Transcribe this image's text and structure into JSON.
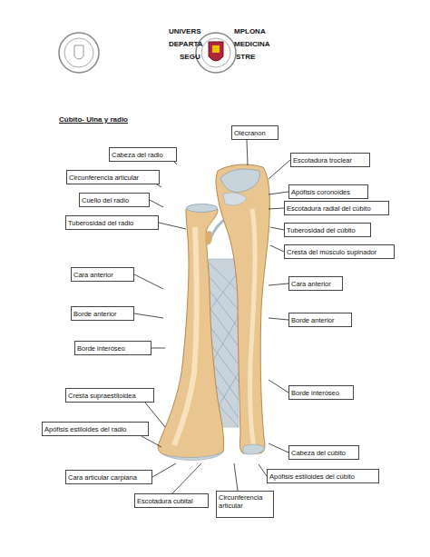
{
  "diagram": {
    "title": "Cúbito- Ulna y radio",
    "nodes": [
      {
        "text": [
          "Cabeza del radio"
        ]
      },
      {
        "text": [
          "Circunferencia articular"
        ]
      },
      {
        "text": [
          "Cuello del radio"
        ]
      },
      {
        "text": [
          "Tuberosidad del radio"
        ]
      },
      {
        "text": [
          "Cara anterior"
        ]
      },
      {
        "text": [
          "Borde anterior"
        ]
      },
      {
        "text": [
          "Borde interóseo"
        ]
      },
      {
        "text": [
          "Cresta supraestiloidea"
        ]
      },
      {
        "text": [
          "Apófisis estiloides del radio"
        ]
      },
      {
        "text": [
          "Cara articular carpiana"
        ]
      },
      {
        "text": [
          "Escotadura cubital"
        ]
      },
      {
        "text": [
          "Circunferencia articular"
        ]
      },
      {
        "text": [
          "Olécranon"
        ]
      },
      {
        "text": [
          "Escotadura troclear"
        ]
      },
      {
        "text": [
          "Apófisis coronoides"
        ]
      },
      {
        "text": [
          "Escotadura radial del cúbito"
        ]
      },
      {
        "text": [
          "Tuberosidad del cúbito"
        ]
      },
      {
        "text": [
          "Cresta del músculo supinador"
        ]
      },
      {
        "text": [
          "Cara anterior"
        ]
      },
      {
        "text": [
          "Borde anterior"
        ]
      },
      {
        "text": [
          "Borde interóseo"
        ]
      },
      {
        "text": [
          "Cabeza del cúbito"
        ]
      },
      {
        "text": [
          "Apófisis estiloides del cúbito"
        ]
      }
    ],
    "labels": [
      "UNIVERS",
      "MPLONA",
      "DEPARTA",
      "MEDICINA",
      "SEGU",
      "STRE"
    ]
  }
}
